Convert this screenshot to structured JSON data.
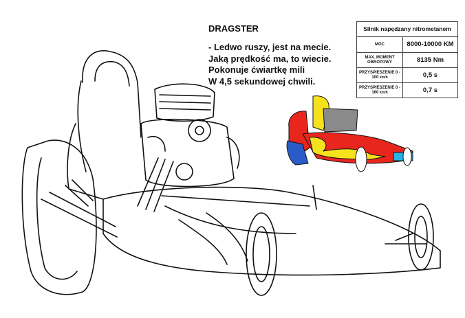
{
  "page": {
    "title": "DRAGSTER",
    "poem": [
      "- Ledwo ruszy, jest na mecie.",
      "Jaką prędkość ma, to wiecie.",
      "Pokonuje ćwiartkę mili",
      "W 4,5 sekundowej chwili."
    ]
  },
  "spec_table": {
    "header": "Silnik napędzany nitrometanem",
    "rows": [
      {
        "label": "MOC",
        "label_unit": "",
        "value": "8000-10000 KM"
      },
      {
        "label": "MAX. MOMENT OBROTOWY",
        "label_unit": "",
        "value": "8135 Nm"
      },
      {
        "label": "PRZYSPIESZENIE 0 - 100",
        "label_unit": "km/h",
        "value": "0,5 s"
      },
      {
        "label": "PRZYSPIESZENIE 0 - 160",
        "label_unit": "km/h",
        "value": "0,7 s"
      }
    ]
  },
  "colors": {
    "outline": "#111111",
    "ref_red": "#e8261e",
    "ref_yellow": "#f6e21c",
    "ref_blue": "#2a5cc8",
    "ref_cyan": "#29b4e6",
    "ref_grey": "#8a8a8a"
  }
}
